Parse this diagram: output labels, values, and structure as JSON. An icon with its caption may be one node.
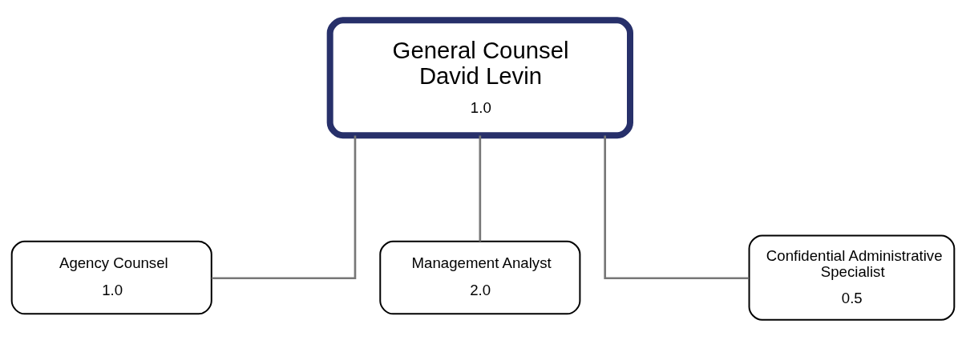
{
  "diagram": {
    "nodes": [
      {
        "text": [
          "General Counsel David Levin",
          "1.0"
        ]
      },
      {
        "text": [
          "Agency Counsel",
          "1.0"
        ]
      },
      {
        "text": [
          "Management Analyst",
          "2.0"
        ]
      },
      {
        "text": [
          "Confidential Administrative Specialist",
          "0.5"
        ]
      }
    ],
    "edges": [
      {
        "from": 0,
        "to": 1,
        "arrow": "none"
      },
      {
        "from": 0,
        "to": 2,
        "arrow": "none"
      },
      {
        "from": 0,
        "to": 3,
        "arrow": "none"
      }
    ]
  }
}
